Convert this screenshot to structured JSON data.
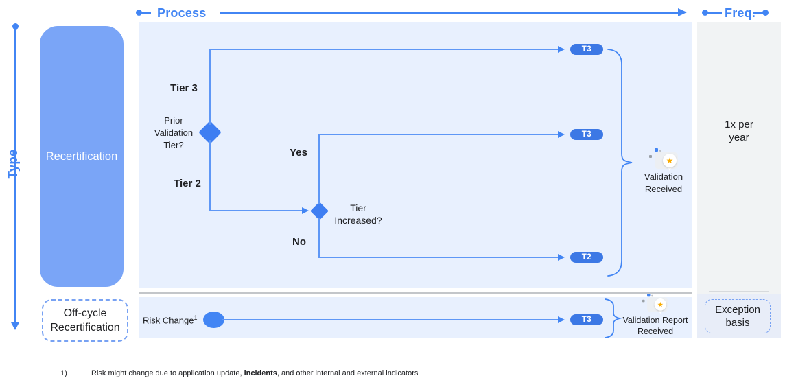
{
  "colors": {
    "accent": "#4285f4",
    "pill_blue": "#3c78e5",
    "recert_box_blue": "#7aa5f7",
    "panel_light_blue": "#e8f0fe",
    "freq_panel_gray": "#f1f3f4",
    "star_yellow": "#f9ab00",
    "text_dark": "#202124"
  },
  "axes": {
    "process": "Process",
    "freq": "Freq.",
    "type": "Type"
  },
  "type_column": {
    "recertification": "Recertification",
    "off_cycle": "Off-cycle Recertification"
  },
  "frequency": {
    "annual": "1x per year",
    "exception": "Exception basis"
  },
  "flow": {
    "tier3_branch": "Tier 3",
    "tier2_branch": "Tier 2",
    "decision1": "Prior Validation Tier?",
    "decision2": "Tier Increased?",
    "yes": "Yes",
    "no": "No",
    "pills": [
      "T3",
      "T3",
      "T2"
    ],
    "outcome": "Validation Received"
  },
  "off_cycle_flow": {
    "trigger": "Risk Change",
    "trigger_sup": "1",
    "pill": "T3",
    "outcome": "Validation Report Received"
  },
  "footnote": {
    "marker": "1)",
    "text_pre": "Risk might change due to application update, ",
    "text_bold": "incidents",
    "text_post": ", and other internal and external indicators"
  }
}
